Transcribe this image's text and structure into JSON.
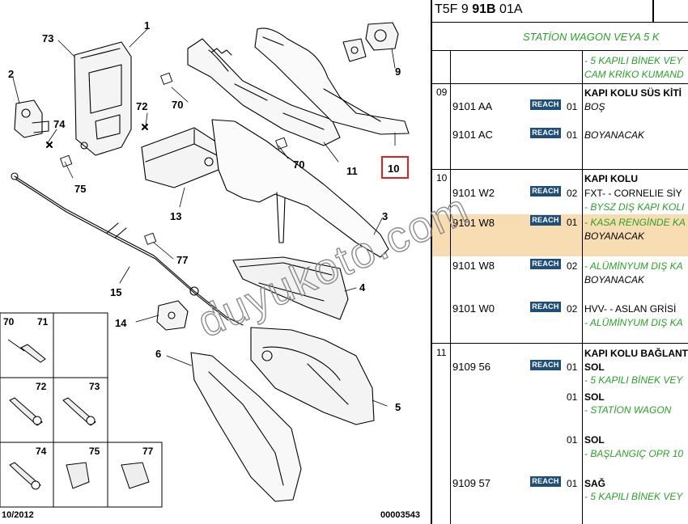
{
  "diagram": {
    "callouts": [
      "73",
      "1",
      "2",
      "74",
      "72",
      "70",
      "70",
      "11",
      "9",
      "10",
      "75",
      "13",
      "3",
      "77",
      "15",
      "4",
      "14",
      "6",
      "5",
      "70",
      "71",
      "72",
      "73",
      "74",
      "75",
      "77"
    ],
    "footer_date": "10/2012",
    "footer_ref": "00003543",
    "highlight_color": "#e02020"
  },
  "table": {
    "header_prefix": "T5F 9 ",
    "header_bold": "91B",
    "header_suffix": " 01A",
    "band_text": "STATİON WAGON VEYA 5 K",
    "accent_green": "#2aa02a",
    "highlight_bg": "#f8ddb3",
    "badge": "REACH",
    "top_lines": [
      "- 5 KAPILI BİNEK VEY",
      "CAM KRİKO KUMAND"
    ],
    "sections": [
      {
        "num": "09",
        "title": "KAPI KOLU SÜS KİTİ",
        "rows": [
          {
            "ref": "9101 AA",
            "qty": "01",
            "lines": [
              "BOŞ"
            ]
          },
          {
            "ref": "9101 AC",
            "qty": "01",
            "lines": [
              "BOYANACAK"
            ]
          }
        ]
      },
      {
        "num": "10",
        "title": "KAPI KOLU",
        "rows": [
          {
            "ref": "9101 W2",
            "qty": "02",
            "lines": [
              "FXT- - CORNELIE SİY",
              "- BYSZ DIŞ KAPI KOLI"
            ]
          },
          {
            "ref": "9101 W8",
            "qty": "01",
            "lines": [
              "- KASA RENGİNDE KA",
              "BOYANACAK"
            ]
          },
          {
            "ref": "9101 W8",
            "qty": "02",
            "lines": [
              "- ALÜMİNYUM DIŞ KA",
              "BOYANACAK"
            ]
          },
          {
            "ref": "9101 W0",
            "qty": "02",
            "lines": [
              "HVV- - ASLAN GRİSİ",
              "- ALÜMİNYUM DIŞ KA"
            ]
          }
        ]
      },
      {
        "num": "11",
        "title": "KAPI KOLU BAĞLANT",
        "rows": [
          {
            "ref": "9109 56",
            "qty": "01",
            "lines": [
              "SOL",
              "- 5 KAPILI BİNEK VEY"
            ]
          },
          {
            "ref": "",
            "qty": "01",
            "lines": [
              "SOL",
              "- STATİON WAGON"
            ]
          },
          {
            "ref": "",
            "qty": "01",
            "lines": [
              "SOL",
              "- BAŞLANGIÇ OPR 10"
            ]
          },
          {
            "ref": "9109 57",
            "qty": "01",
            "lines": [
              "SAĞ",
              "- 5 KAPILI BİNEK VEY"
            ]
          }
        ]
      }
    ]
  },
  "watermark": "duyukoto.com"
}
